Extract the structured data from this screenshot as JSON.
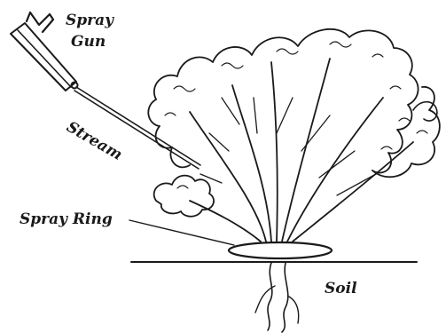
{
  "labels": {
    "spray": "Spray",
    "gun": "Gun",
    "stream": "Stream",
    "spray_ring": "Spray Ring",
    "soil": "Soil"
  },
  "colors": {
    "ink": "#1a1a1a",
    "background": "#ffffff"
  }
}
